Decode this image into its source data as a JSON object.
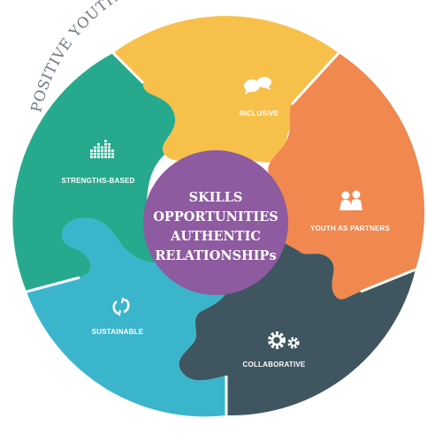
{
  "title": "POSITIVE YOUTH DEVELOPMENT",
  "center": {
    "lines": [
      "SKILLS",
      "OPPORTUNITIES",
      "AUTHENTIC",
      "RELATIONSHIPs"
    ],
    "color": "#8e5aa0"
  },
  "segments": [
    {
      "id": "inclusive",
      "label": "INCLUSIVE",
      "color": "#f7c04a",
      "icon": "speech-bubbles-icon"
    },
    {
      "id": "youth-as-partners",
      "label": "YOUTH AS PARTNERS",
      "color": "#f1884f",
      "icon": "two-people-icon"
    },
    {
      "id": "collaborative",
      "label": "COLLABORATIVE",
      "color": "#3f5660",
      "icon": "gears-icon"
    },
    {
      "id": "sustainable",
      "label": "SUSTAINABLE",
      "color": "#3ab5cc",
      "icon": "refresh-arrows-icon"
    },
    {
      "id": "strengths-based",
      "label": "STRENGTHS-BASED",
      "color": "#27a98d",
      "icon": "bar-chart-icon"
    }
  ],
  "colors": {
    "arc_text": "#6e7b80",
    "background": "#ffffff"
  }
}
